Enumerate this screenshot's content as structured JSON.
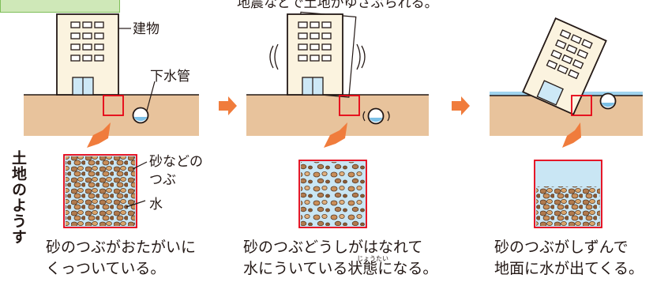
{
  "header": {
    "top_text": "地震などで土地がゆさぶられる。"
  },
  "panel1": {
    "label_building": "建物",
    "label_pipe": "下水管",
    "label_sand": "砂などの",
    "label_sand2": "つぶ",
    "label_water": "水",
    "caption_line1": "砂のつぶがおたがいに",
    "caption_line2": "くっついている。"
  },
  "panel2": {
    "caption_line1": "砂のつぶどうしがはなれて",
    "caption_line2": "水にういている状態になる。",
    "ruby": "じょうたい"
  },
  "panel3": {
    "caption_line1": "砂のつぶがしずんで",
    "caption_line2": "地面に水が出てくる。"
  },
  "side_label": "土地のようす",
  "colors": {
    "ground": "#e8c39c",
    "water": "#c9e6f4",
    "arrow": "#f07c3c",
    "highlight": "#e60012",
    "header_box": "#cfe8b8"
  }
}
